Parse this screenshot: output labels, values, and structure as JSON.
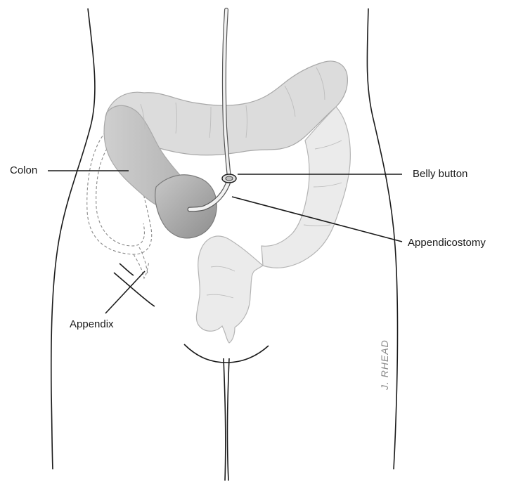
{
  "labels": {
    "colon": "Colon",
    "belly_button": "Belly button",
    "appendicostomy": "Appendicostomy",
    "appendix": "Appendix"
  },
  "signature": "J. RHEAD",
  "colors": {
    "outline": "#1a1a1a",
    "colon_fill": "#d9d9d9",
    "colon_fill_light": "#e8e8e8",
    "cecum_fill": "#9a9a9a",
    "tube": "#f2f2f2"
  }
}
